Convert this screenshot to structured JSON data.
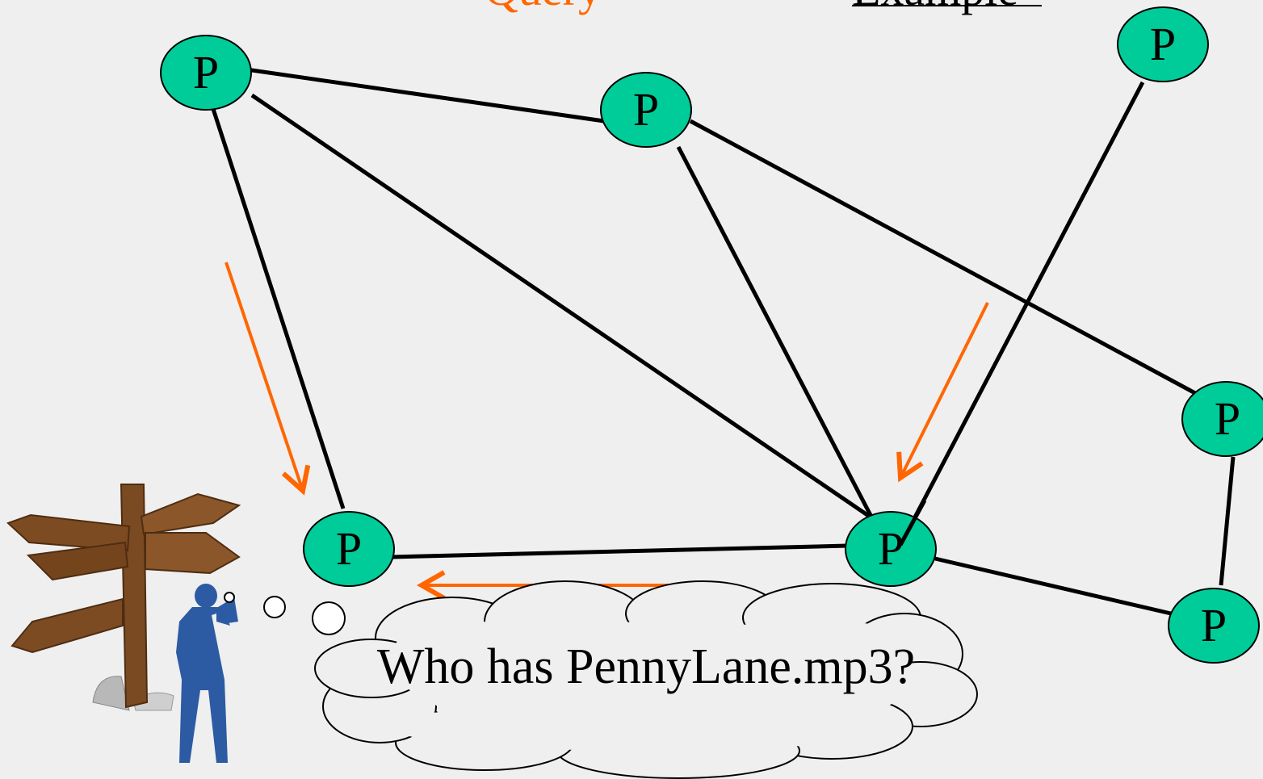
{
  "top_text_fragments": {
    "left": "Query",
    "right": "Example"
  },
  "peer_label": "P",
  "query_bubble_text": "Who has PennyLane.mp3?",
  "colors": {
    "background": "#efefef",
    "peer_fill": "#00cc99",
    "edge": "#000000",
    "arrow": "#ff6600",
    "person": "#2c5ba3",
    "signpost": "#7a4a22"
  }
}
